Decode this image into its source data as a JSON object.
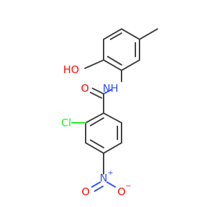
{
  "atoms": {
    "hydroxyl": "HO",
    "amide_nh": "NH",
    "carbonyl_o": "O",
    "chloro": "Cl",
    "nitro_n": "N",
    "nitro_n_charge": "+",
    "nitro_o_left": "O",
    "nitro_o_right": "O",
    "nitro_o_right_charge": "−"
  },
  "colors": {
    "carbon_bond": "#404040",
    "oxygen": "#ff0d0d",
    "nitrogen": "#3050f8",
    "chlorine": "#1ff01f"
  }
}
